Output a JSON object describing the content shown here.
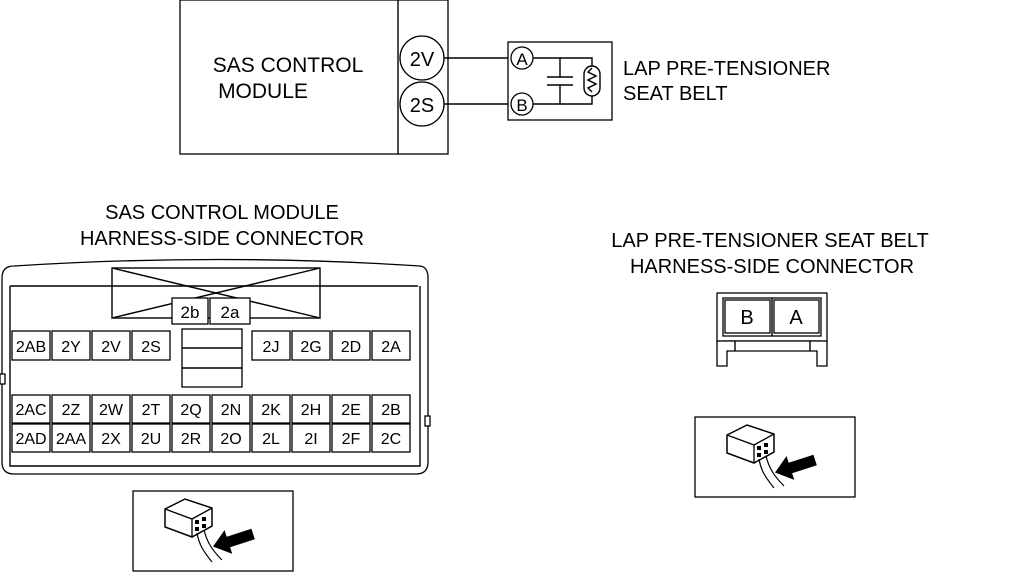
{
  "schematic": {
    "module_label_line1": "SAS CONTROL",
    "module_label_line2": "MODULE",
    "pin_top": "2V",
    "pin_bottom": "2S",
    "terminal_top": "A",
    "terminal_bottom": "B",
    "device_label_line1": "LAP PRE-TENSIONER",
    "device_label_line2": "SEAT BELT"
  },
  "sas_connector": {
    "title_line1": "SAS CONTROL MODULE",
    "title_line2": "HARNESS-SIDE CONNECTOR",
    "top_pins": [
      "2b",
      "2a"
    ],
    "row1_left": [
      "2AB",
      "2Y",
      "2V",
      "2S"
    ],
    "row1_right": [
      "2J",
      "2G",
      "2D",
      "2A"
    ],
    "row2": [
      "2AC",
      "2Z",
      "2W",
      "2T",
      "2Q",
      "2N",
      "2K",
      "2H",
      "2E",
      "2B"
    ],
    "row3": [
      "2AD",
      "2AA",
      "2X",
      "2U",
      "2R",
      "2O",
      "2L",
      "2I",
      "2F",
      "2C"
    ]
  },
  "seatbelt_connector": {
    "title_line1": "LAP PRE-TENSIONER SEAT BELT",
    "title_line2": "HARNESS-SIDE CONNECTOR",
    "pins": [
      "B",
      "A"
    ]
  },
  "icons": [
    "connector-plug-icon",
    "insert-arrow-icon"
  ]
}
